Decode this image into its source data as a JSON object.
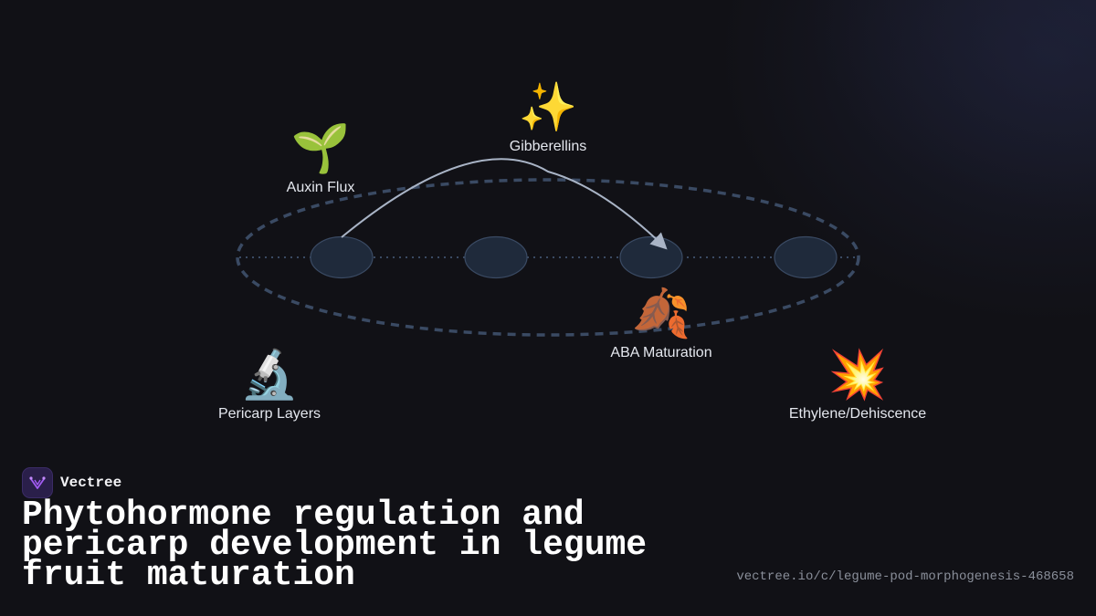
{
  "diagram": {
    "nodes": [
      {
        "icon": "seedling-icon",
        "emoji": "🌱",
        "label": "Auxin Flux"
      },
      {
        "icon": "sparkles-icon",
        "emoji": "✨",
        "label": "Gibberellins"
      },
      {
        "icon": "falling-leaves-icon",
        "emoji": "🍂",
        "label": "ABA Maturation"
      },
      {
        "icon": "microscope-icon",
        "emoji": "🔬",
        "label": "Pericarp Layers"
      },
      {
        "icon": "collision-icon",
        "emoji": "💥",
        "label": "Ethylene/Dehiscence"
      }
    ],
    "pod": {
      "seed_count": 4,
      "colors": {
        "outline": "#3a4a63",
        "seed_fill": "#1f2a3b",
        "seed_stroke": "#3a4a63",
        "arrow": "#a9b4c6"
      }
    }
  },
  "brand": {
    "name": "Vectree",
    "logo_color": "#a25cf2"
  },
  "title": "Phytohormone regulation and pericarp development in legume fruit maturation",
  "url": "vectree.io/c/legume-pod-morphogenesis-468658"
}
